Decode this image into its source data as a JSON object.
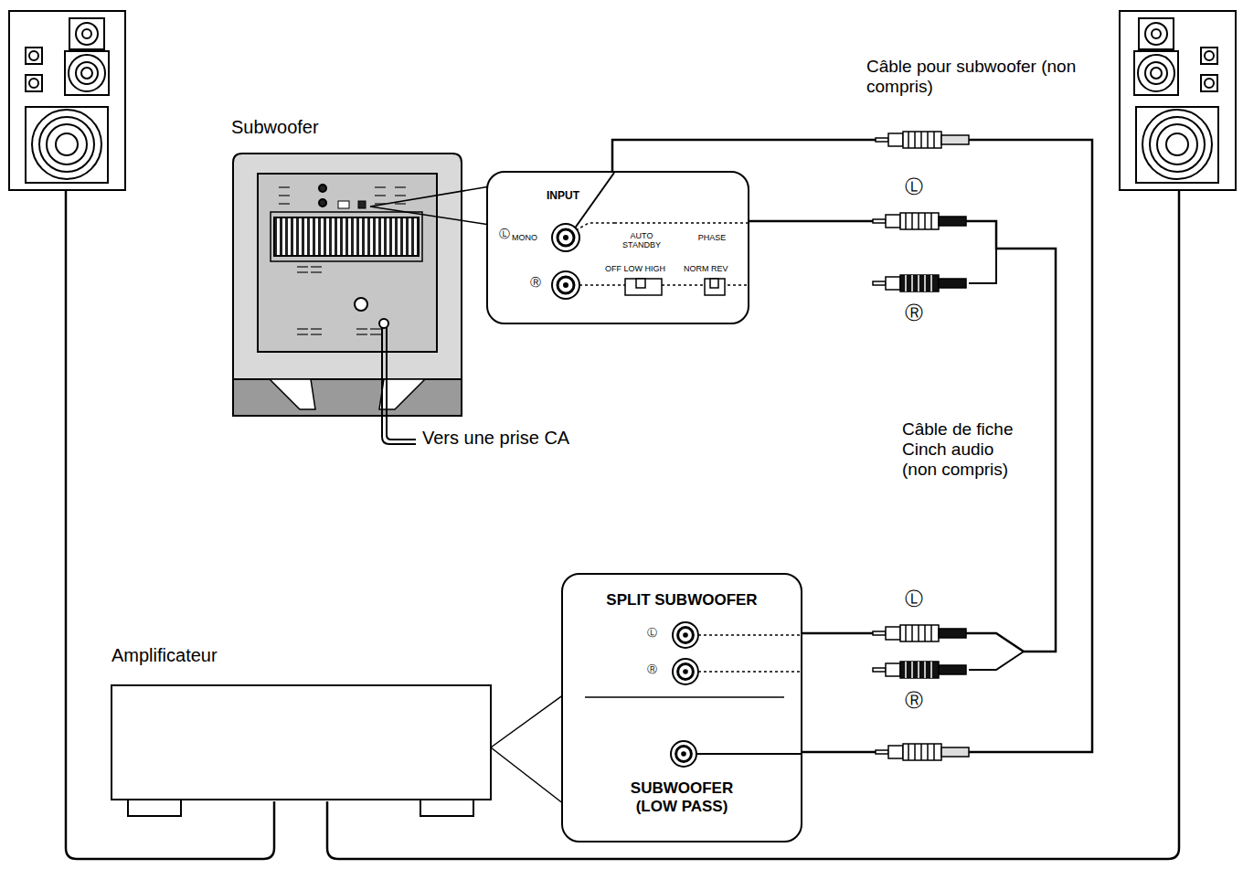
{
  "diagram": {
    "nodes": [
      {
        "text": [
          "Subwoofer"
        ]
      },
      {
        "text": [
          "INPUT",
          "Ⓛ",
          "MONO",
          "Ⓡ",
          "AUTO STANDBY",
          "PHASE",
          "OFF LOW HIGH",
          "NORM REV"
        ]
      },
      {
        "text": [
          "Amplificateur"
        ]
      },
      {
        "text": [
          "SPLIT SUBWOOFER",
          "Ⓛ",
          "Ⓡ",
          "SUBWOOFER (LOW PASS)"
        ]
      }
    ],
    "edges": [
      {
        "from": 3,
        "to": 1,
        "arrow": "none",
        "label": "Câble pour subwoofer (non compris)"
      },
      {
        "from": 3,
        "to": 1,
        "arrow": "none",
        "label": "Câble de fiche Cinch audio (non compris)"
      }
    ],
    "labels": [
      "Ⓛ",
      "Ⓡ",
      "Ⓛ",
      "Ⓡ",
      "Vers une prise CA"
    ]
  }
}
